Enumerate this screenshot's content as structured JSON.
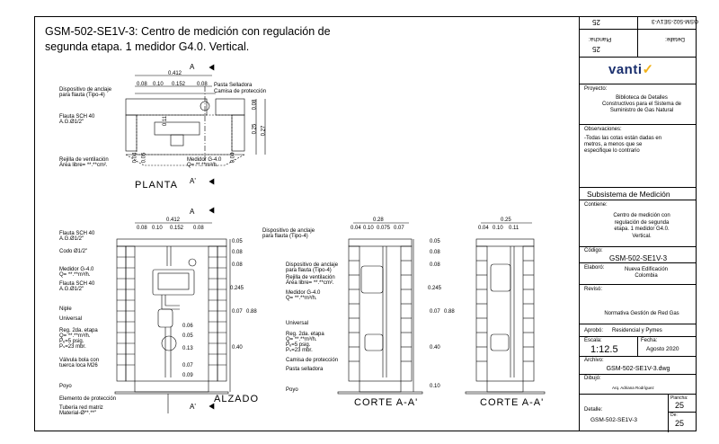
{
  "title_line1": "GSM-502-SE1V-3: Centro de medición con regulación de",
  "title_line2": "segunda etapa.  1 medidor G4.0. Vertical.",
  "views": {
    "planta": "PLANTA",
    "alzado": "ALZADO",
    "corte1": "CORTE A-A'",
    "corte2": "CORTE A-A'"
  },
  "section_marks": {
    "a": "A",
    "a_prime": "A'"
  },
  "planta": {
    "dim_total": "0.412",
    "dims_top": [
      "0.08",
      "0.10",
      "0.152",
      "0.08"
    ],
    "dims_right": [
      "0.08",
      "0.25",
      "0.27"
    ],
    "dim_small": [
      "0.11",
      "0.04",
      "0.05",
      "0.04"
    ],
    "labels": {
      "dispositivo": "Dispositivo de anclaje",
      "dispositivo2": "para flauta (Tipo-4)",
      "pasta": "Pasta Selladora",
      "camisa": "Camisa de protección",
      "flauta": "Flauta SCH 40",
      "flauta2": "A.G.Ø1/2\"",
      "rejilla": "Rejilla de ventilación",
      "rejilla2": "Área libre=   **.**cm².",
      "medidor": "Medidor G-4.0",
      "medidor2": "Q= **.**m³/h."
    }
  },
  "alzado": {
    "dim_total": "0.412",
    "dims_top": [
      "0.08",
      "0.10",
      "0.152",
      "0.08"
    ],
    "dims_right": [
      "0.05",
      "0.08",
      "0.08",
      "0.245",
      "0.07",
      "0.88",
      "0.40"
    ],
    "dims_inner": [
      "0.06",
      "0.05",
      "0.13",
      "0.07",
      "0.09"
    ],
    "labels": {
      "flauta": "Flauta SCH 40",
      "flauta2": "A.G.Ø1/2\"",
      "dispositivo": "Dispositivo de anclaje",
      "dispositivo2": "para flauta (Tipo-4)",
      "codo": "Codo Ø1/2\"",
      "medidor": "Medidor G-4.0",
      "medidor2": "Q= **.**m³/h.",
      "flauta_b": "Flauta SCH 40",
      "flauta_b2": "A.G.Ø1/2\"",
      "niple": "Niple",
      "universal": "Universal",
      "reg": "Reg. 2da. etapa",
      "reg2": "Q= **.**m³/h.",
      "reg3": "Pₑ=5 psig.",
      "reg4": "Pₛ=23 mbr.",
      "valvula": "Válvula bola con",
      "valvula2": "tuerca loca M26",
      "poyo": "Poyo",
      "elemento": "Elemento de protección",
      "tuberia": "Tubería red matriz",
      "tuberia2": "Material-Ø**.**\""
    }
  },
  "corte": {
    "dim_total": "0.28",
    "dims_top": [
      "0.04",
      "0.10",
      "0.075",
      "0.07"
    ],
    "dims_right": [
      "0.05",
      "0.08",
      "0.08",
      "0.245",
      "0.07",
      "0.88",
      "0.40",
      "0.10"
    ],
    "labels": {
      "dispositivo": "Dispositivo de anclaje",
      "dispositivo2": "para flauta (Tipo-4)",
      "rejilla": "Rejilla de ventilación",
      "rejilla2": "Área libre=   **.**cm².",
      "medidor": "Medidor G-4.0",
      "medidor2": "Q= **.**m³/h.",
      "universal": "Universal",
      "reg": "Reg. 2da. etapa",
      "reg2": "Q= **.**m³/h.",
      "reg3": "Pₑ=5 psig.",
      "reg4": "Pₛ=23 mbr.",
      "camisa": "Camisa de protección",
      "pasta": "Pasta selladora",
      "poyo": "Poyo"
    }
  },
  "corte2": {
    "dim_total": "0.25",
    "dims_top": [
      "0.04",
      "0.10",
      "0.11"
    ]
  },
  "titleblock": {
    "rot_code": "GSM-502-SE1V-3",
    "rot_detalle": "Detalle:",
    "rot_plancha_lbl": "Plancha:",
    "rot_plancha": "25",
    "rot_de": "25",
    "logo_a": "vanti",
    "logo_b": "✓",
    "proyecto_lbl": "Proyecto:",
    "proyecto": [
      "Biblioteca de Detalles",
      "Constructivos para el Sistema de",
      "Suministro de Gas Natural"
    ],
    "obs_lbl": "Observaciones:",
    "obs": [
      "-Todas las cotas están dadas en",
      "metros, a menos que se",
      "especifique lo contrario"
    ],
    "subsistema": "Subsistema de Medición",
    "contiene_lbl": "Contiene:",
    "contiene": [
      "Centro de medición con",
      "regulación de segunda",
      "etapa. 1 medidor G4.0.",
      "Vertical."
    ],
    "codigo_lbl": "Código:",
    "codigo": "GSM-502-SE1V-3",
    "elaboro_lbl": "Elaboró:",
    "elaboro": [
      "Nueva Edificación",
      "Colombia"
    ],
    "reviso_lbl": "Revisó:",
    "reviso": "Normativa Gestión de Red Gas",
    "aprobo_lbl": "Aprobó:",
    "aprobo": "Residencial y Pymes",
    "escala_lbl": "Escala:",
    "escala": "1:12.5",
    "fecha_lbl": "Fecha:",
    "fecha": "Agosto 2020",
    "archivo_lbl": "Archivo:",
    "archivo": "GSM-502-SE1V-3.dwg",
    "dibujo_lbl": "Dibujó:",
    "dibujo": "Arq. Adriana Rodríguez",
    "detalle_lbl": "Detalle:",
    "detalle": "GSM-502-SE1V-3",
    "plancha_lbl": "Plancha:",
    "plancha": "25",
    "de_lbl": "De:",
    "de": "25"
  }
}
